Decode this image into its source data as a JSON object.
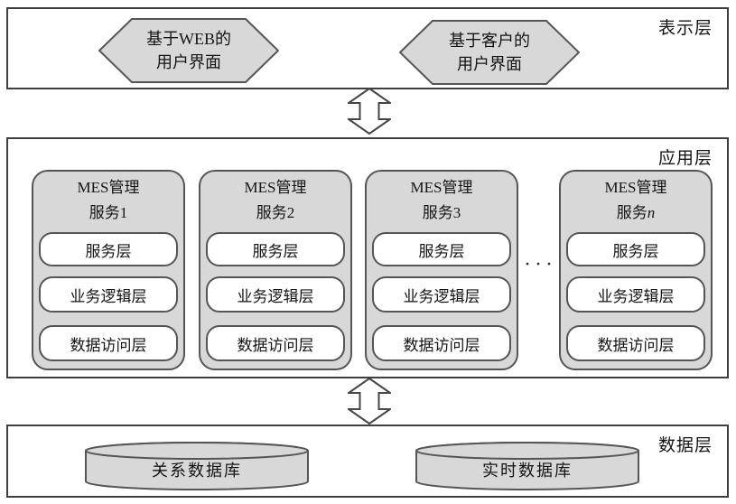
{
  "colors": {
    "background": "#ffffff",
    "shape_fill": "#d8d8d8",
    "layer_border": "#3f3f3f",
    "shape_border": "#555555"
  },
  "presentation_layer": {
    "label": "表示层",
    "hexagons": [
      {
        "line1": "基于WEB的",
        "line2": "用户界面"
      },
      {
        "line1": "基于客户的",
        "line2": "用户界面"
      }
    ]
  },
  "application_layer": {
    "label": "应用层",
    "ellipsis": "···",
    "services": [
      {
        "title_line1": "MES管理",
        "title_prefix": "服务",
        "title_num": "1",
        "layers": [
          "服务层",
          "业务逻辑层",
          "数据访问层"
        ]
      },
      {
        "title_line1": "MES管理",
        "title_prefix": "服务",
        "title_num": "2",
        "layers": [
          "服务层",
          "业务逻辑层",
          "数据访问层"
        ]
      },
      {
        "title_line1": "MES管理",
        "title_prefix": "服务",
        "title_num": "3",
        "layers": [
          "服务层",
          "业务逻辑层",
          "数据访问层"
        ]
      },
      {
        "title_line1": "MES管理",
        "title_prefix": "服务",
        "title_num": "n",
        "layers": [
          "服务层",
          "业务逻辑层",
          "数据访问层"
        ]
      }
    ]
  },
  "data_layer": {
    "label": "数据层",
    "databases": [
      {
        "name": "关系数据库"
      },
      {
        "name": "实时数据库"
      }
    ]
  }
}
